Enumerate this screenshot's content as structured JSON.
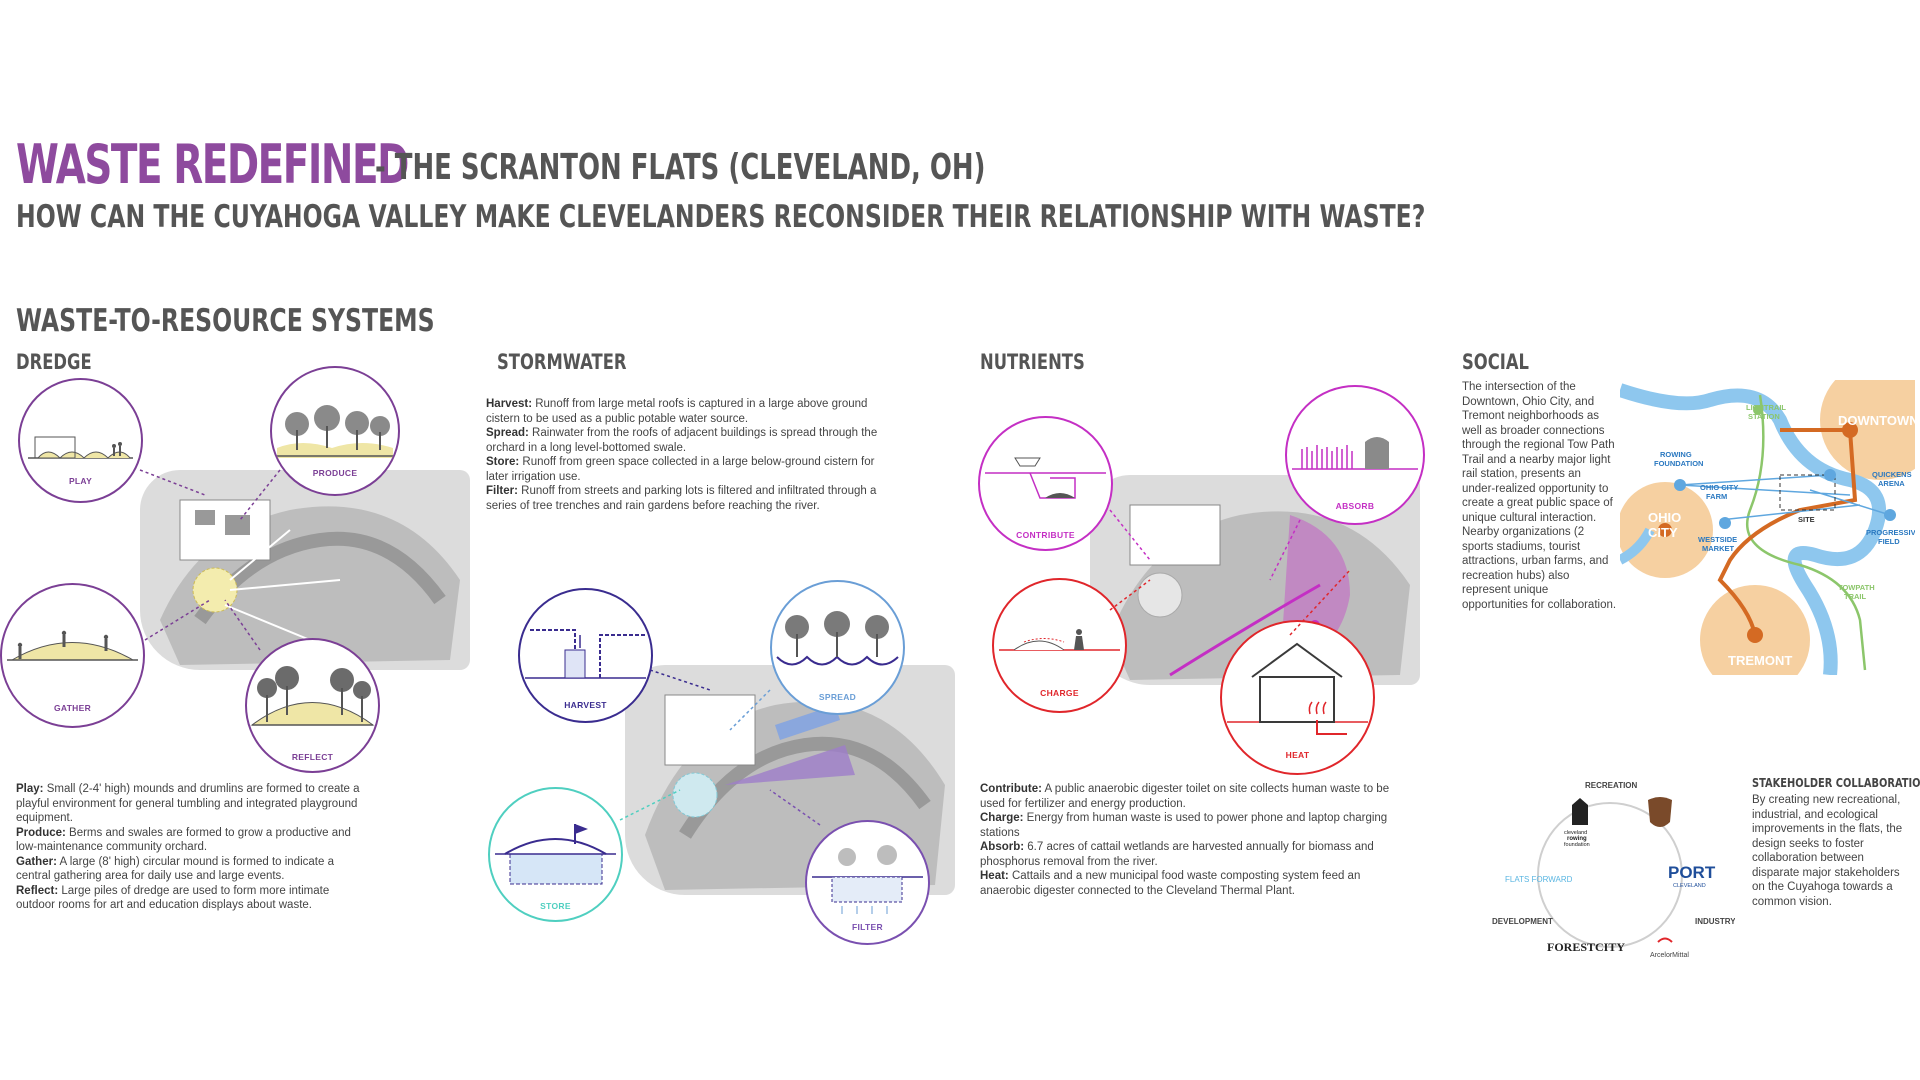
{
  "header": {
    "title": "WASTE REDEFINED",
    "subtitle": "- THE SCRANTON FLATS (CLEVELAND, OH)",
    "question": "HOW CAN THE CUYAHOGA VALLEY MAKE CLEVELANDERS RECONSIDER THEIR RELATIONSHIP WITH WASTE?",
    "section": "WASTE-TO-RESOURCE SYSTEMS"
  },
  "dredge": {
    "heading": "DREDGE",
    "labels": {
      "play": "PLAY",
      "produce": "PRODUCE",
      "gather": "GATHER",
      "reflect": "REFLECT"
    },
    "items": [
      {
        "term": "Play:",
        "text": " Small (2-4' high) mounds and drumlins are formed to create a playful environment for general tumbling and integrated playground equipment."
      },
      {
        "term": "Produce:",
        "text": " Berms and swales are formed to grow a productive and low-maintenance community orchard."
      },
      {
        "term": "Gather:",
        "text": " A large (8' high) circular mound is formed to indicate a central gathering area for daily use and large events."
      },
      {
        "term": "Reflect:",
        "text": " Large piles of dredge are used to form more intimate outdoor rooms for art and education displays about waste."
      }
    ]
  },
  "stormwater": {
    "heading": "STORMWATER",
    "labels": {
      "harvest": "HARVEST",
      "spread": "SPREAD",
      "store": "STORE",
      "filter": "FILTER"
    },
    "items": [
      {
        "term": "Harvest:",
        "text": " Runoff from large metal roofs is captured in a large above ground cistern to be used as a public potable water source."
      },
      {
        "term": "Spread:",
        "text": " Rainwater from the roofs of adjacent buildings is spread through the orchard in a long level-bottomed swale."
      },
      {
        "term": "Store:",
        "text": " Runoff from green space collected in a large below-ground cistern for later irrigation use."
      },
      {
        "term": "Filter:",
        "text": " Runoff from streets and parking lots is filtered and infiltrated through a series of tree trenches and rain gardens before reaching the river."
      }
    ]
  },
  "nutrients": {
    "heading": "NUTRIENTS",
    "labels": {
      "contribute": "CONTRIBUTE",
      "absorb": "ABSORB",
      "charge": "CHARGE",
      "heat": "HEAT"
    },
    "items": [
      {
        "term": "Contribute:",
        "text": " A public anaerobic digester toilet on site collects human waste to be used for fertilizer and energy production."
      },
      {
        "term": "Charge:",
        "text": " Energy from human waste is used to power phone and laptop charging stations"
      },
      {
        "term": "Absorb:",
        "text": " 6.7 acres of cattail wetlands are harvested annually for biomass and phosphorus removal from the river."
      },
      {
        "term": "Heat:",
        "text": " Cattails and a new municipal food waste composting system feed an anaerobic digester connected to the Cleveland Thermal Plant."
      }
    ]
  },
  "social": {
    "heading": "SOCIAL",
    "text": "The intersection of the Downtown, Ohio City, and Tremont neighborhoods as well as broader connections through the regional Tow Path Trail and a nearby major light rail station, presents an under-realized opportunity to create a great public space of unique cultural interaction. Nearby organizations (2 sports stadiums, tourist attractions, urban farms, and recreation hubs) also represent unique opportunities for collaboration.",
    "map": {
      "downtown": "DOWNTOWN",
      "ohio_city_1": "OHIO",
      "ohio_city_2": "CITY",
      "tremont": "TREMONT",
      "lightrail_1": "LIGHTRAIL",
      "lightrail_2": "STATION",
      "rowing_1": "ROWING",
      "rowing_2": "FOUNDATION",
      "farm_1": "OHIO CITY",
      "farm_2": "FARM",
      "quickens_1": "QUICKENS",
      "quickens_2": "ARENA",
      "progressive_1": "PROGRESSIVE",
      "progressive_2": "FIELD",
      "westside_1": "WESTSIDE",
      "westside_2": "MARKET",
      "site": "SITE",
      "towpath_1": "TOWPATH",
      "towpath_2": "TRAIL"
    }
  },
  "stakeholder": {
    "heading": "STAKEHOLDER COLLABORATION:",
    "text": "By creating new recreational, industrial, and ecological improvements in the flats, the design seeks to foster collaboration between disparate major stakeholders on the Cuyahoga towards a common vision.",
    "recreation": "RECREATION",
    "development": "DEVELOPMENT",
    "industry": "INDUSTRY",
    "rowing_1": "cleveland",
    "rowing_2": "rowing",
    "rowing_3": "foundation",
    "flats_forward": "FLATS FORWARD",
    "port": "PORT",
    "port_sub": "CLEVELAND",
    "forest_city": "FORESTCITY",
    "arcelor": "ArcelorMittal"
  },
  "colors": {
    "purple": "#7b3f95",
    "title_purple": "#8e4a9e",
    "navy": "#3a2c8f",
    "blue": "#6a9ed6",
    "teal": "#4fcfc0",
    "lavender": "#7a50b0",
    "magenta": "#c42fc4",
    "red": "#e0262b",
    "orange": "#d46a23",
    "peach": "#f4c891",
    "river": "#8ec7ee",
    "green": "#8cc66b"
  }
}
